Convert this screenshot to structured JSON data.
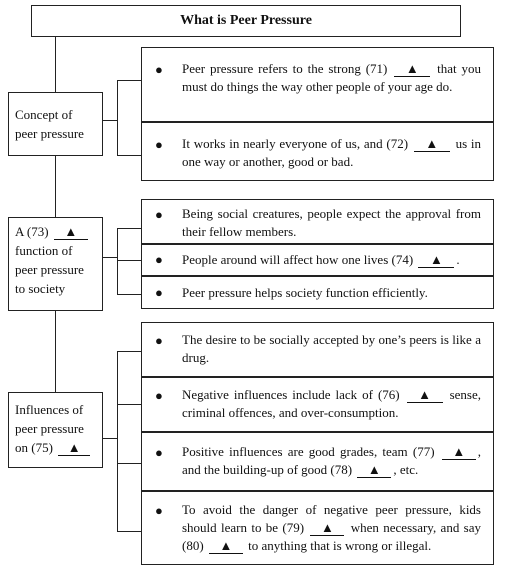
{
  "title": "What is Peer Pressure",
  "categories": [
    {
      "label_lines": [
        "Concept of",
        "peer pressure"
      ],
      "items": [
        {
          "pre": "Peer pressure refers to the strong (71) ",
          "blank": "▲",
          "post": " that you must do things the way other people of your age do."
        },
        {
          "pre": "It works in nearly everyone of us, and (72) ",
          "blank": "▲",
          "post": " us in one way or another, good or bad."
        }
      ]
    },
    {
      "label_pre": "A (73) ",
      "label_blank": "▲",
      "label_lines": [
        "function of",
        "peer pressure",
        "to society"
      ],
      "items": [
        {
          "pre": "Being social creatures, people expect the approval from their fellow members.",
          "blank": "",
          "post": ""
        },
        {
          "pre": "People around will affect how one lives (74) ",
          "blank": "▲",
          "post": "."
        },
        {
          "pre": "Peer pressure helps society function efficiently.",
          "blank": "",
          "post": ""
        }
      ]
    },
    {
      "label_lines": [
        "Influences of",
        "peer pressure"
      ],
      "label_last_pre": "on (75) ",
      "label_blank": "▲",
      "items": [
        {
          "pre": "The desire to be socially accepted by one’s peers is like a drug.",
          "blank": "",
          "post": ""
        },
        {
          "pre": "Negative influences include lack of (76) ",
          "blank": "▲",
          "post": " sense, criminal offences, and over-consumption."
        },
        {
          "pre": "Positive influences are good grades, team (77) ",
          "blank": "▲",
          "post": ", and the building-up of good (78) ",
          "blank2": "▲",
          "post2": ", etc."
        },
        {
          "pre": "To avoid the danger of negative peer pressure, kids should learn to be (79) ",
          "blank": "▲",
          "post": " when necessary, and say (80) ",
          "blank2": "▲",
          "post2": " to anything that is wrong or illegal."
        }
      ]
    }
  ],
  "bullet_glyph": "●"
}
